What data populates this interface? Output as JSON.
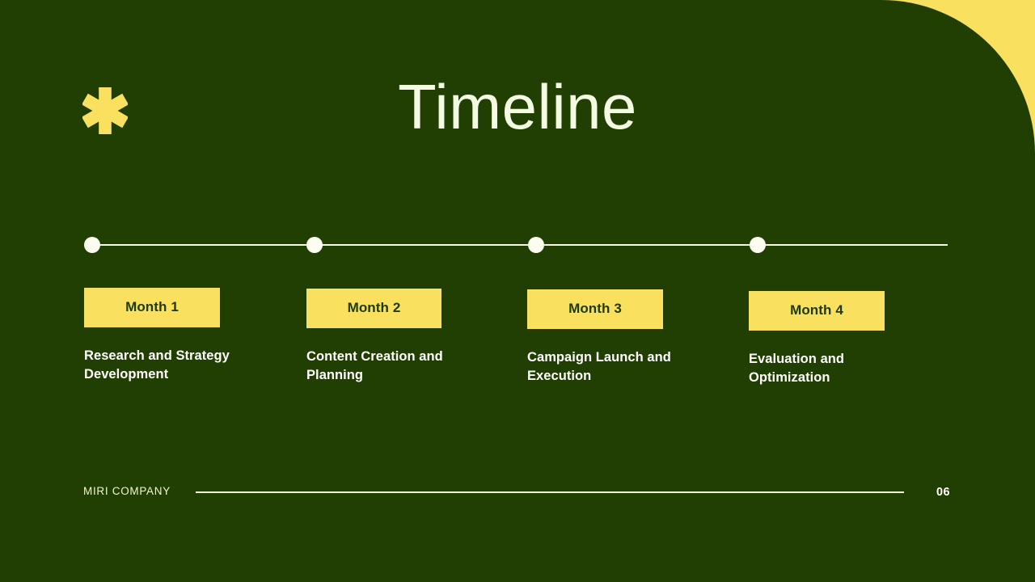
{
  "theme": {
    "background": "#213F02",
    "accent_yellow": "#F9E05E",
    "cream": "#F4FBE3",
    "white": "#FFFFFF"
  },
  "header": {
    "title": "Timeline",
    "logo_icon": "asterisk-sparkle-icon"
  },
  "timeline": {
    "dot_count": 4,
    "milestones": [
      {
        "badge": "Month 1",
        "description": "Research and Strategy Development"
      },
      {
        "badge": "Month 2",
        "description": "Content Creation and Planning"
      },
      {
        "badge": "Month 3",
        "description": "Campaign Launch and Execution"
      },
      {
        "badge": "Month 4",
        "description": "Evaluation and Optimization"
      }
    ]
  },
  "footer": {
    "company": "MIRI COMPANY",
    "page_number": "06"
  }
}
